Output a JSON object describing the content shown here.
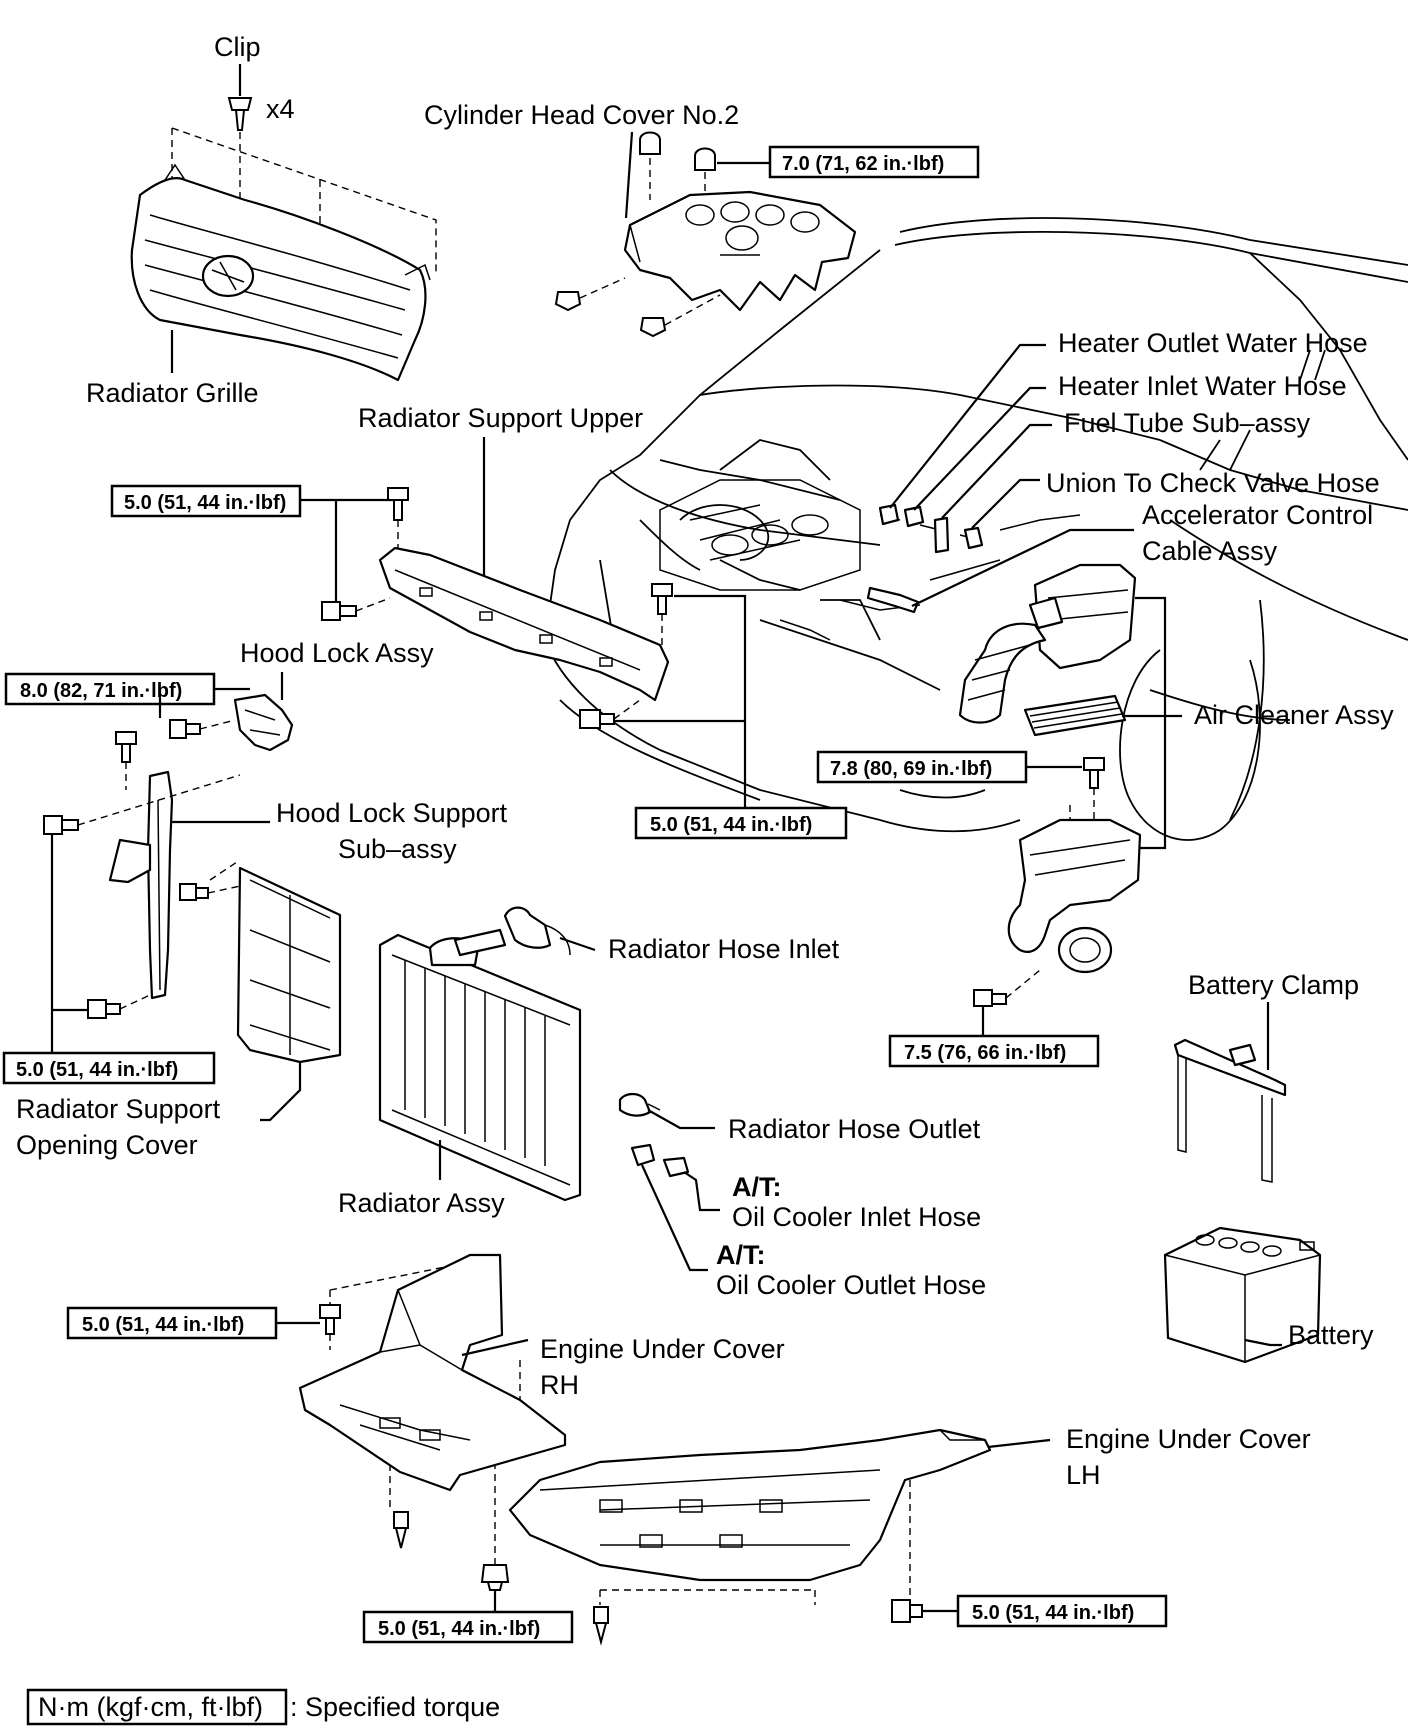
{
  "labels": {
    "clip": "Clip",
    "clip_qty": "x4",
    "radiator_grille": "Radiator Grille",
    "cylinder_head_cover": "Cylinder Head Cover No.2",
    "radiator_support_upper": "Radiator Support Upper",
    "hood_lock_assy": "Hood Lock Assy",
    "hood_lock_support_1": "Hood  Lock  Support",
    "hood_lock_support_2": "Sub–assy",
    "heater_outlet_hose": "Heater Outlet Water Hose",
    "heater_inlet_hose": "Heater Inlet Water Hose",
    "fuel_tube": "Fuel Tube Sub–assy",
    "union_check_valve": "Union To Check Valve Hose",
    "accelerator_1": "Accelerator   Control",
    "accelerator_2": "Cable Assy",
    "air_cleaner": "Air Cleaner Assy",
    "radiator_hose_inlet": "Radiator Hose Inlet",
    "radiator_hose_outlet": "Radiator Hose Outlet",
    "battery_clamp": "Battery Clamp",
    "battery": "Battery",
    "radiator_support_opening_1": "Radiator  Support",
    "radiator_support_opening_2": "Opening Cover",
    "radiator_assy": "Radiator Assy",
    "at_1": "A/T:",
    "oil_cooler_inlet": "Oil Cooler Inlet Hose",
    "at_2": "A/T:",
    "oil_cooler_outlet": "Oil Cooler Outlet Hose",
    "engine_under_rh_1": "Engine   Under   Cover",
    "engine_under_rh_2": "RH",
    "engine_under_lh_1": "Engine   Under   Cover",
    "engine_under_lh_2": "LH"
  },
  "torques": {
    "cylinder_head": "7.0 (71, 62 in.·lbf)",
    "support_upper_left": "5.0 (51, 44 in.·lbf)",
    "hood_lock": "8.0 (82, 71 in.·lbf)",
    "support_upper_right": "5.0 (51, 44 in.·lbf)",
    "air_cleaner_upper": "7.8 (80, 69 in.·lbf)",
    "air_cleaner_lower": "7.5 (76, 66 in.·lbf)",
    "hood_lock_support": "5.0 (51, 44 in.·lbf)",
    "under_cover_rh_top": "5.0 (51, 44 in.·lbf)",
    "under_cover_center": "5.0 (51, 44 in.·lbf)",
    "under_cover_lh": "5.0 (51, 44 in.·lbf)"
  },
  "legend": {
    "unit_box": "N·m (kgf·cm, ft·lbf)",
    "text": ": Specified torque"
  }
}
